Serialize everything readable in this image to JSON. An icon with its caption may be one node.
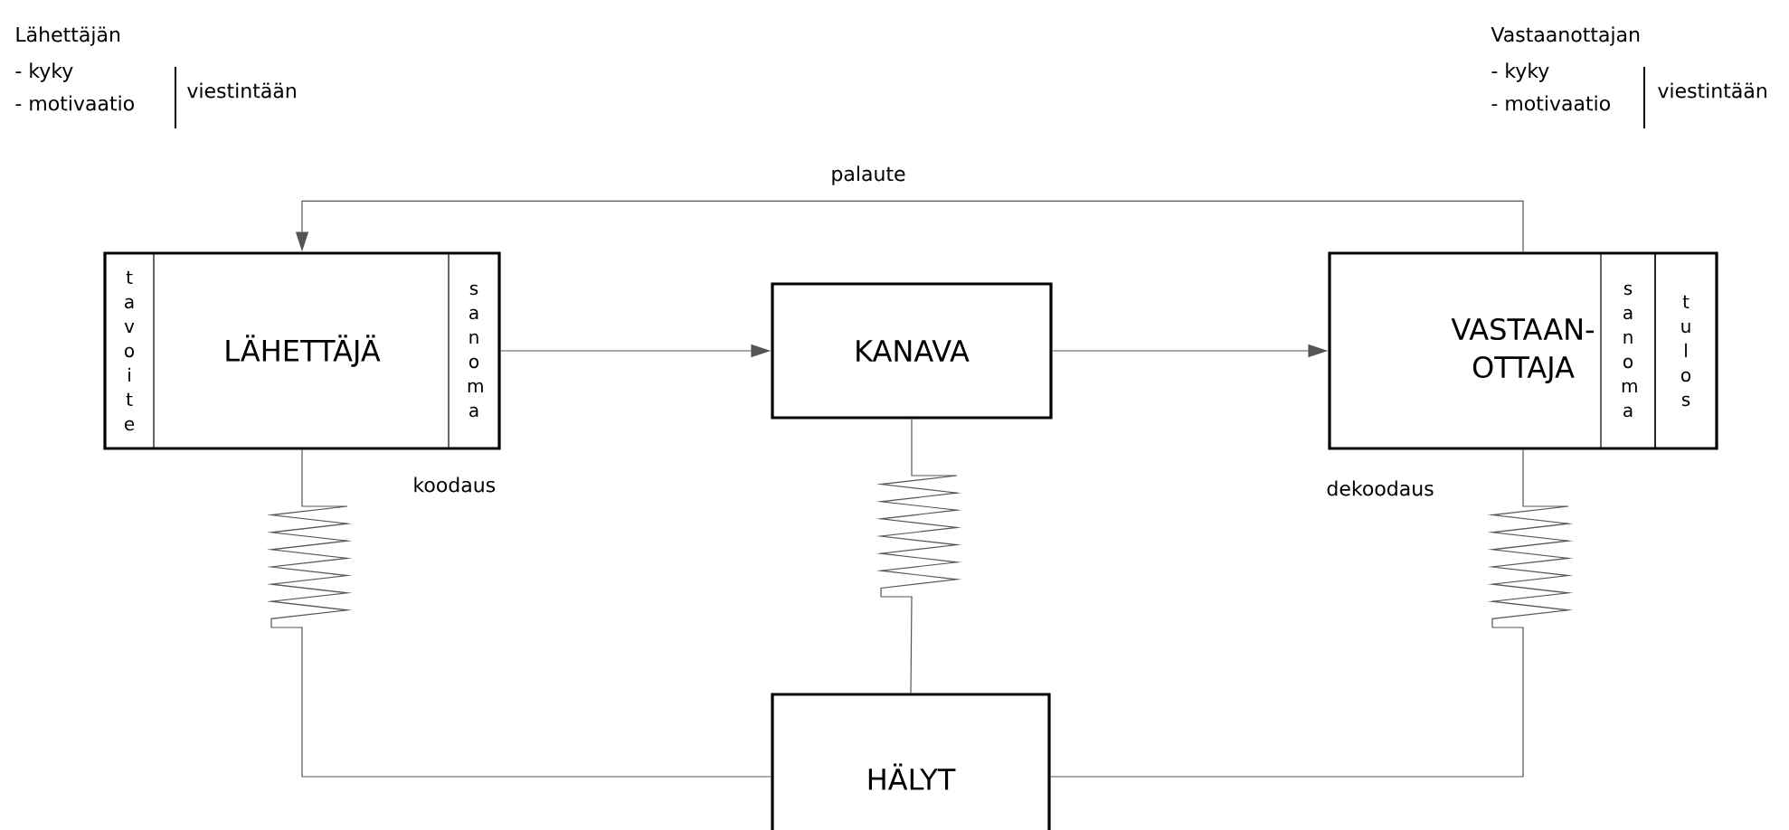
{
  "diagram": {
    "nodes": [
      {
        "text": [
          "LÄHETTÄJÄ"
        ]
      },
      {
        "text": [
          "tavoite"
        ],
        "in": 0
      },
      {
        "text": [
          "sanoma"
        ],
        "in": 0
      },
      {
        "text": [
          "KANAVA"
        ]
      },
      {
        "text": [
          "VASTAAN- OTTAJA"
        ]
      },
      {
        "text": [
          "sanoma"
        ],
        "in": 4
      },
      {
        "text": [
          "tulos"
        ],
        "in": 4
      },
      {
        "text": [
          "HÄLYT"
        ]
      }
    ],
    "edges": [
      {
        "from": 0,
        "to": 3,
        "arrow": "to"
      },
      {
        "from": 3,
        "to": 4,
        "arrow": "to"
      },
      {
        "from": 4,
        "to": 0,
        "arrow": "to",
        "label": "palaute"
      },
      {
        "from": 0,
        "to": 7,
        "arrow": "none"
      },
      {
        "from": 3,
        "to": 7,
        "arrow": "none"
      },
      {
        "from": 4,
        "to": 7,
        "arrow": "none"
      }
    ],
    "labels": [
      "Lähettäjän",
      "- kyky",
      "- motivaatio",
      "viestintään",
      "Vastaanottajan",
      "- kyky",
      "- motivaatio",
      "viestintään",
      "koodaus",
      "dekoodaus"
    ]
  }
}
